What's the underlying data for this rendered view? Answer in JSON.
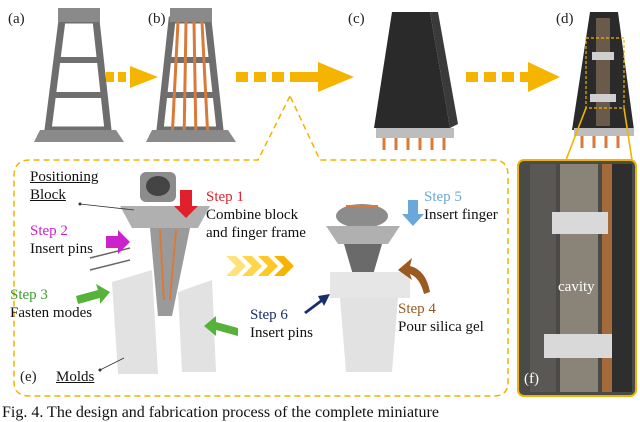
{
  "panels": {
    "a": "(a)",
    "b": "(b)",
    "c": "(c)",
    "d": "(d)",
    "e": "(e)",
    "f": "(f)"
  },
  "labels": {
    "positioning_block_line1": "Positioning",
    "positioning_block_line2": "Block",
    "molds": "Molds",
    "cavity": "cavity"
  },
  "steps": [
    {
      "title": "Step 1",
      "desc_line1": "Combine block",
      "desc_line2": "and finger frame",
      "color": "#e0202a"
    },
    {
      "title": "Step 2",
      "desc_line1": "Insert pins",
      "color": "#cc22cc"
    },
    {
      "title": "Step 3",
      "desc_line1": "Fasten modes",
      "color": "#3aa030"
    },
    {
      "title": "Step 4",
      "desc_line1": "Pour silica gel",
      "color": "#9a5a22"
    },
    {
      "title": "Step 5",
      "desc_line1": "Insert finger",
      "color": "#6aa8dc"
    },
    {
      "title": "Step 6",
      "desc_line1": "Insert pins",
      "color": "#1a2e6e"
    }
  ],
  "caption": "Fig. 4. The design and fabrication process of the complete miniature",
  "colors": {
    "accent_arrow": "#f5b400",
    "dashed_outline": "#f0b400",
    "frame_gray": "#6e6e6e",
    "pin_copper": "#d87a3a",
    "finger_black": "#2a2a2a"
  }
}
